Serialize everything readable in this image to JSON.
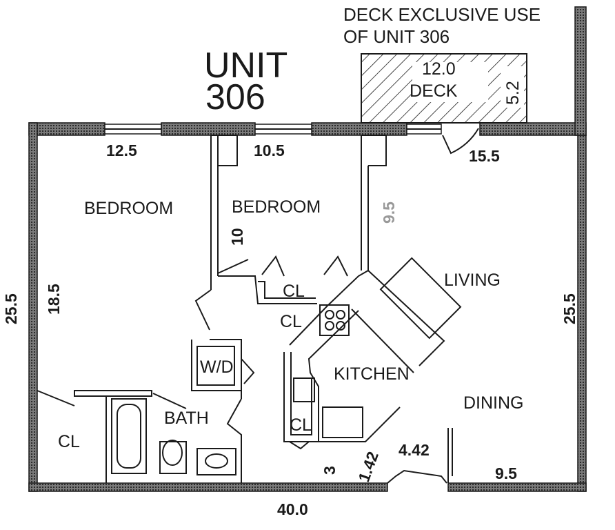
{
  "unit": {
    "line1": "UNIT",
    "line2": "306"
  },
  "deck_note": {
    "line1": "DECK EXCLUSIVE USE",
    "line2": "OF UNIT 306"
  },
  "deck": {
    "label": "DECK",
    "width_dim": "12.0",
    "depth_dim": "5.2"
  },
  "rooms": {
    "bedroom_left": "BEDROOM",
    "bedroom_middle": "BEDROOM",
    "closet_left": "CL",
    "closet_middle": "CL",
    "closet_small": "CL",
    "closet_kitchen": "CL",
    "washer_dryer": "W/D",
    "bath": "BATH",
    "kitchen": "KITCHEN",
    "living": "LIVING",
    "dining": "DINING"
  },
  "dimensions": {
    "bedroom_left_width": "12.5",
    "bedroom_middle_width": "10.5",
    "living_width": "15.5",
    "living_depth_gray": "9.5",
    "bedroom_middle_depth": "10",
    "bedroom_left_depth": "18.5",
    "overall_left": "25.5",
    "overall_right": "25.5",
    "overall_bottom": "40.0",
    "entry_a": "3",
    "entry_b": "1.42",
    "entry_c": "4.42",
    "dining_width": "9.5"
  }
}
